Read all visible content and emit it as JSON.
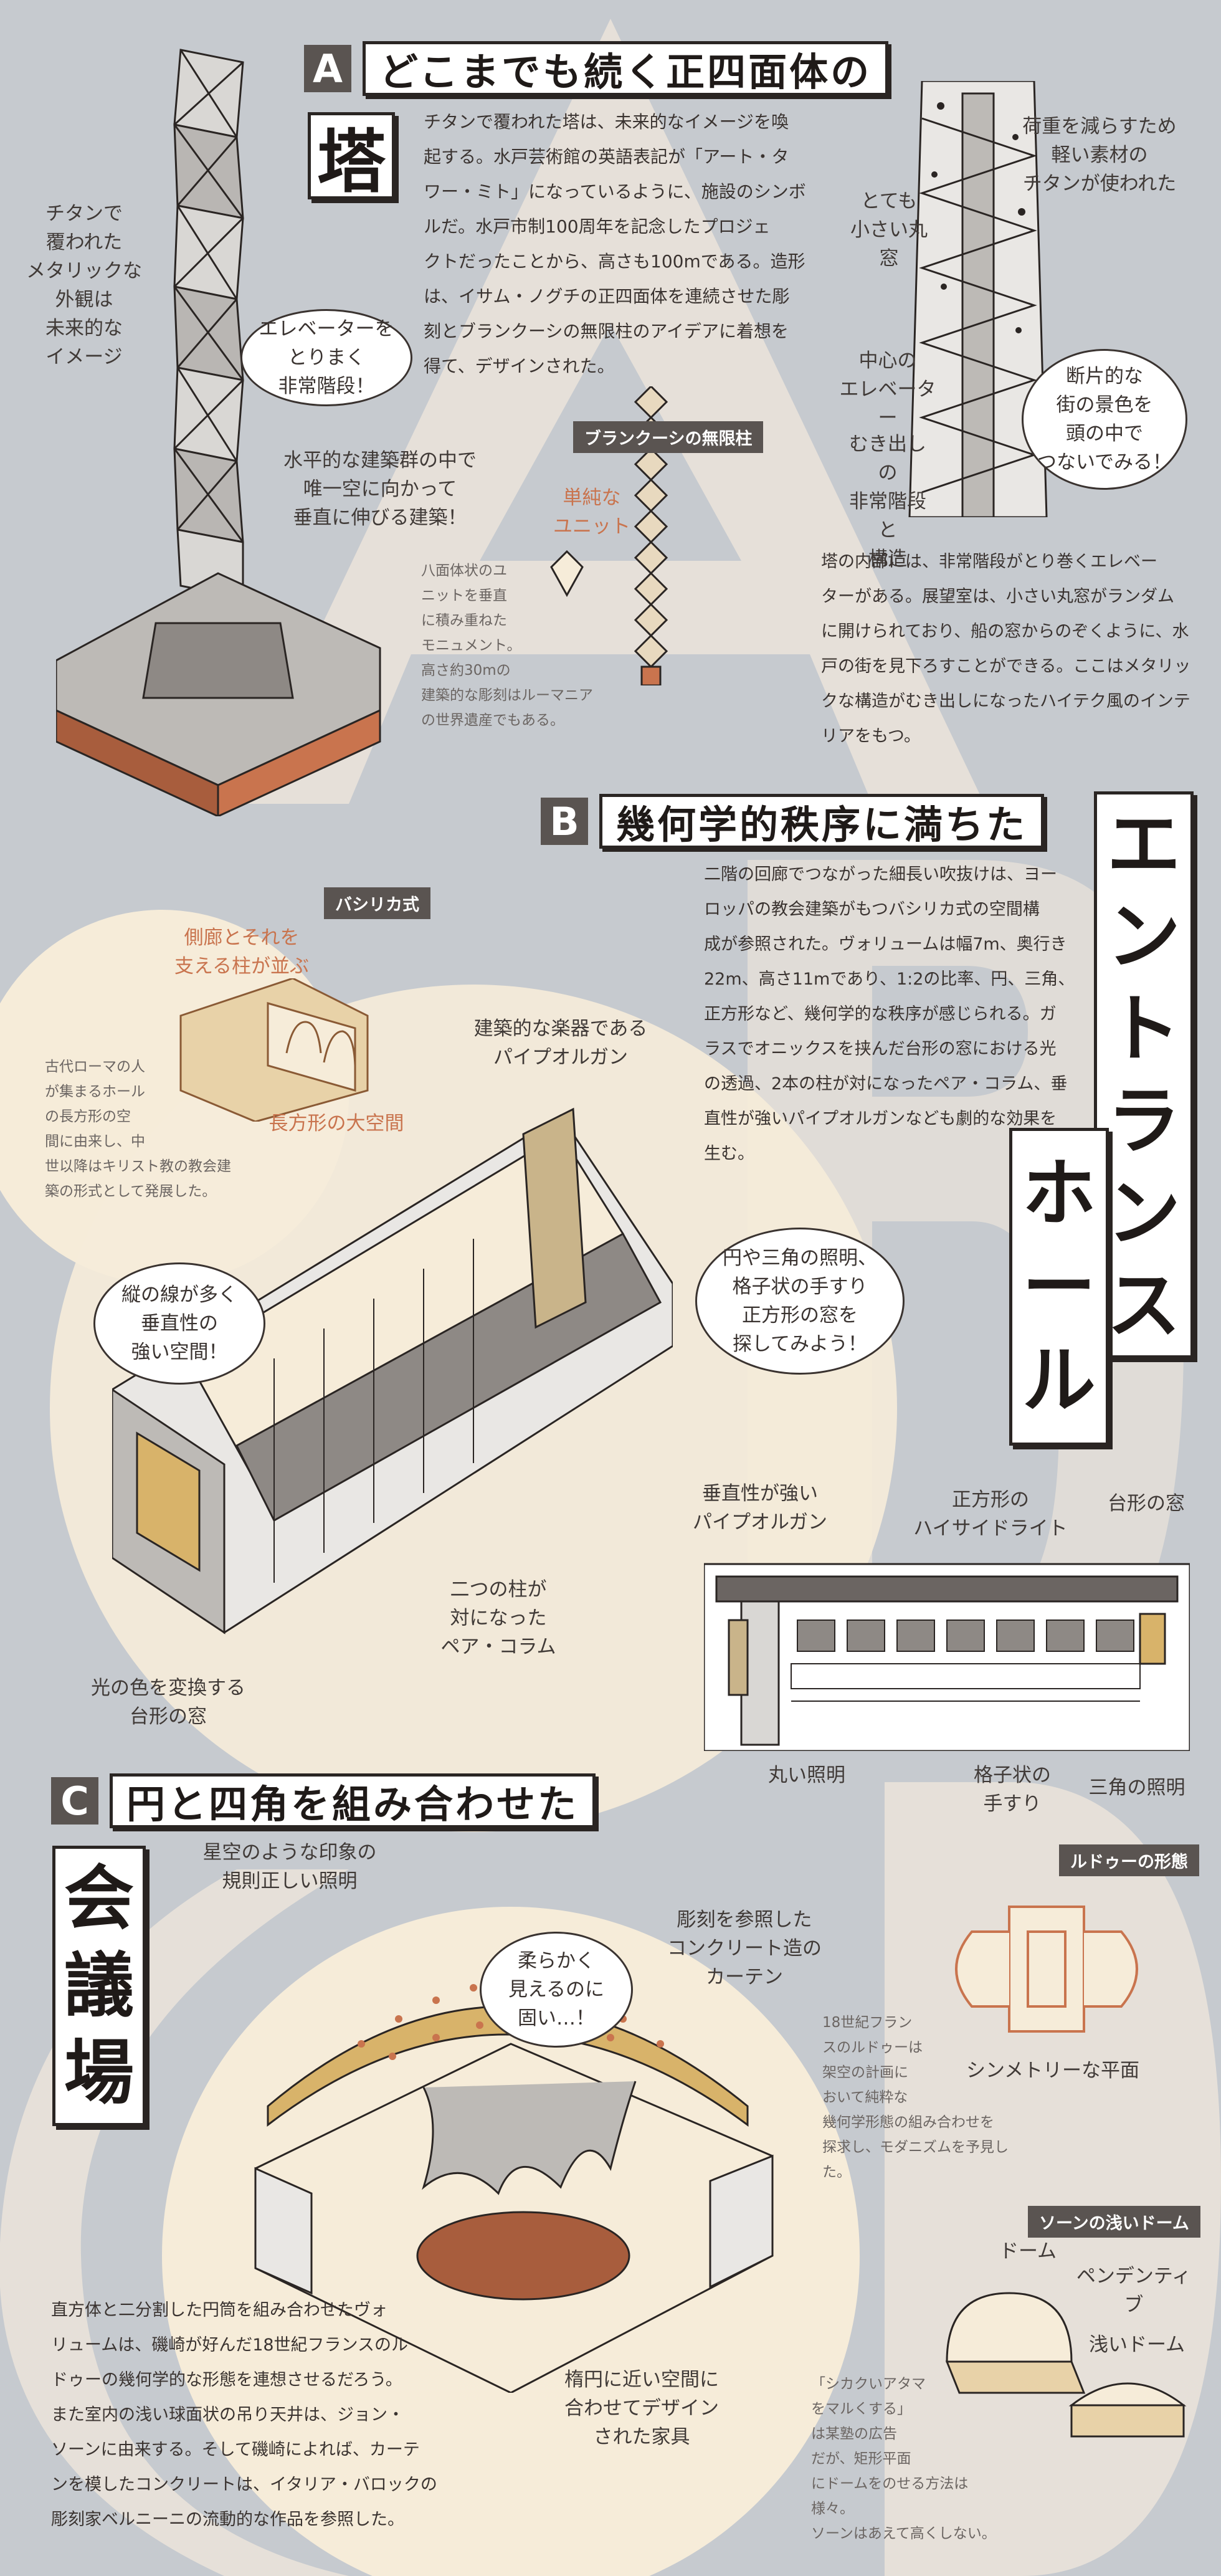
{
  "colors": {
    "background": "#c6cacf",
    "cream": "#f6ecd9",
    "letter_bg": "#e6dfd6",
    "tag_bg": "#5a5451",
    "ink": "#2a2523",
    "text": "#3a3330",
    "note": "#6b6562"
  },
  "section_a": {
    "letter": "A",
    "title": "どこまでも続く正四面体の",
    "big_word": "塔",
    "body": [
      "チタンで覆われた塔は、未来的なイメージを喚",
      "起する。水戸芸術館の英語表記が「アート・タ",
      "ワー・ミト」になっているように、施設のシンボ",
      "ルだ。水戸市制100周年を記念したプロジェ",
      "クトだったことから、高さも100mである。造形",
      "は、イサム・ノグチの正四面体を連続させた彫",
      "刻とブランクーシの無限柱のアイデアに着想を",
      "得て、デザインされた。"
    ],
    "hand_left": [
      "チタンで",
      "覆われた",
      "メタリックな",
      "外観は",
      "未来的な",
      "イメージ"
    ],
    "bubble_stairs": [
      "エレベーターを",
      "とりまく",
      "非常階段！"
    ],
    "hand_vertical": [
      "水平的な建築群の中で",
      "唯一空に向かって",
      "垂直に伸びる建築！"
    ],
    "tag_column": "ブランクーシの無限柱",
    "hand_unit": [
      "単純な",
      "ユニット"
    ],
    "note_column": [
      "八面体状のユ",
      "ニットを垂直",
      "に積み重ねた",
      "モニュメント。",
      "高さ約30mの",
      "建築的な彫刻はルーマニア",
      "の世界遺産でもある。"
    ],
    "hand_window": [
      "とても",
      "小さい丸窓"
    ],
    "hand_elevator": [
      "中心の",
      "エレベーター"
    ],
    "hand_exposed": [
      "むき出しの",
      "非常階段と",
      "構造"
    ],
    "hand_titanium": [
      "荷重を減らすため",
      "軽い素材の",
      "チタンが使われた"
    ],
    "bubble_colors": [
      "断片的な",
      "街の景色を",
      "頭の中で",
      "つないでみる！"
    ],
    "body2": [
      "塔の内部には、非常階段がとり巻くエレベー",
      "ターがある。展望室は、小さい丸窓がランダム",
      "に開けられており、船の窓からのぞくように、水",
      "戸の街を見下ろすことができる。ここはメタリッ",
      "クな構造がむき出しになったハイテク風のインテ",
      "リアをもつ。"
    ]
  },
  "section_b": {
    "letter": "B",
    "title": "幾何学的秩序に満ちた",
    "big_word_1": [
      "エ",
      "ン",
      "ト",
      "ラ",
      "ン",
      "ス"
    ],
    "big_word_2": [
      "ホ",
      "ー",
      "ル"
    ],
    "body": [
      "二階の回廊でつながった細長い吹抜けは、ヨー",
      "ロッパの教会建築がもつバシリカ式の空間構",
      "成が参照された。ヴォリュームは幅7m、奥行き",
      "22m、高さ11mであり、1:2の比率、円、三角、",
      "正方形など、幾何学的な秩序が感じられる。ガ",
      "ラスでオニックスを挟んだ台形の窓における光",
      "の透過、2本の柱が対になったペア・コラム、垂",
      "直性が強いパイプオルガンなども劇的な効果を",
      "生む。"
    ],
    "tag_basilica": "バシリカ式",
    "hand_side": [
      "側廊とそれを",
      "支える柱が並ぶ"
    ],
    "hand_rect": "長方形の大空間",
    "note_basilica": [
      "古代ローマの人",
      "が集まるホール",
      "の長方形の空",
      "間に由来し、中",
      "世以降はキリスト教の教会建",
      "築の形式として発展した。"
    ],
    "hand_organ": [
      "建築的な楽器である",
      "パイプオルガン"
    ],
    "bubble_vertical": [
      "縦の線が多く",
      "垂直性の",
      "強い空間！"
    ],
    "bubble_find": [
      "円や三角の照明、",
      "格子状の手すり",
      "正方形の窓を",
      "探してみよう！"
    ],
    "hand_pair": [
      "二つの柱が",
      "対になった",
      "ペア・コラム"
    ],
    "hand_trap": [
      "光の色を変換する",
      "台形の窓"
    ],
    "hand_organ2": [
      "垂直性が強い",
      "パイプオルガン"
    ],
    "hand_highside": [
      "正方形の",
      "ハイサイドライト"
    ],
    "hand_trap2": "台形の窓",
    "hand_round": "丸い照明",
    "hand_lattice": [
      "格子状の",
      "手すり"
    ],
    "hand_tri": "三角の照明"
  },
  "section_c": {
    "letter": "C",
    "title": "円と四角を組み合わせた",
    "big_word": [
      "会",
      "議",
      "場"
    ],
    "hand_star": [
      "星空のような印象の",
      "規則正しい照明"
    ],
    "hand_curtain": [
      "彫刻を参照した",
      "コンクリート造の",
      "カーテン"
    ],
    "bubble_soft": [
      "柔らかく",
      "見えるのに",
      "固い…！"
    ],
    "hand_furniture": [
      "楕円に近い空間に",
      "合わせてデザイン",
      "された家具"
    ],
    "tag_ledoux": "ルドゥーの形態",
    "hand_sym": "シンメトリーな平面",
    "note_ledoux": [
      "18世紀フラン",
      "スのルドゥーは",
      "架空の計画に",
      "おいて純粋な",
      "幾何学形態の組み合わせを",
      "探求し、モダニズムを予見した。"
    ],
    "tag_soane": "ソーンの浅いドーム",
    "hand_dome": "ドーム",
    "hand_pend": "ペンデンティブ",
    "hand_shallow": "浅いドーム",
    "note_soane": [
      "「シカクいアタマ",
      "をマルくする」",
      "は某塾の広告",
      "だが、矩形平面",
      "にドームをのせる方法は様々。",
      "ソーンはあえて高くしない。"
    ],
    "body": [
      "直方体と二分割した円筒を組み合わせたヴォ",
      "リュームは、磯崎が好んだ18世紀フランスのル",
      "ドゥーの幾何学的な形態を連想させるだろう。",
      "また室内の浅い球面状の吊り天井は、ジョン・",
      "ソーンに由来する。そして磯崎によれば、カーテ",
      "ンを模したコンクリートは、イタリア・バロックの",
      "彫刻家ベルニーニの流動的な作品を参照した。"
    ]
  }
}
